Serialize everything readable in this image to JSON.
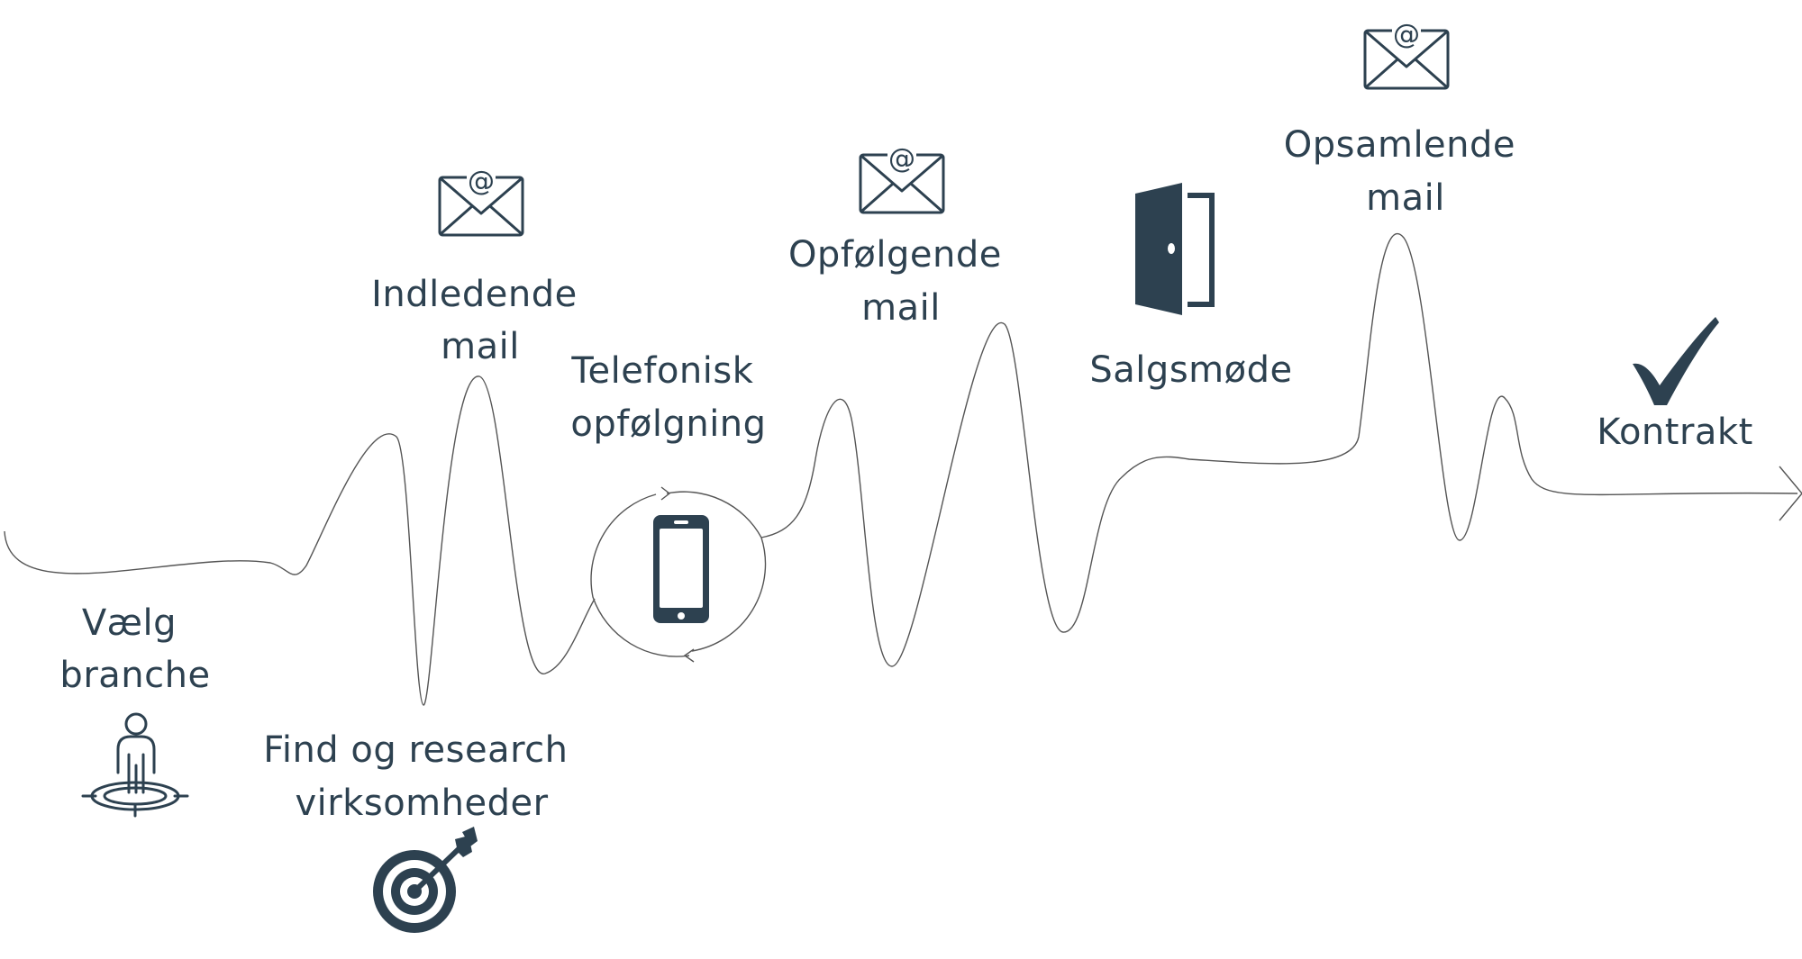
{
  "diagram": {
    "steps": [
      {
        "id": "vaelg-branche",
        "lines": [
          "Vælg",
          "branche"
        ],
        "icon": "person-on-target-icon"
      },
      {
        "id": "find-research",
        "lines": [
          "Find og research",
          "virksomheder"
        ],
        "icon": "target-arrow-icon"
      },
      {
        "id": "indledende-mail",
        "lines": [
          "Indledende",
          "mail"
        ],
        "icon": "email-icon"
      },
      {
        "id": "telefonisk-opfoelgning",
        "lines": [
          "Telefonisk",
          "opfølgning"
        ],
        "icon": "smartphone-icon"
      },
      {
        "id": "opfoelgende-mail",
        "lines": [
          "Opfølgende",
          "mail"
        ],
        "icon": "email-icon"
      },
      {
        "id": "salgsmoede",
        "lines": [
          "Salgsmøde"
        ],
        "icon": "door-icon"
      },
      {
        "id": "opsamlende-mail",
        "lines": [
          "Opsamlende",
          "mail"
        ],
        "icon": "email-icon"
      },
      {
        "id": "kontrakt",
        "lines": [
          "Kontrakt"
        ],
        "icon": "checkmark-icon"
      }
    ],
    "colors": {
      "text": "#2d4150",
      "icon": "#2d4150",
      "line": "#555555"
    }
  }
}
